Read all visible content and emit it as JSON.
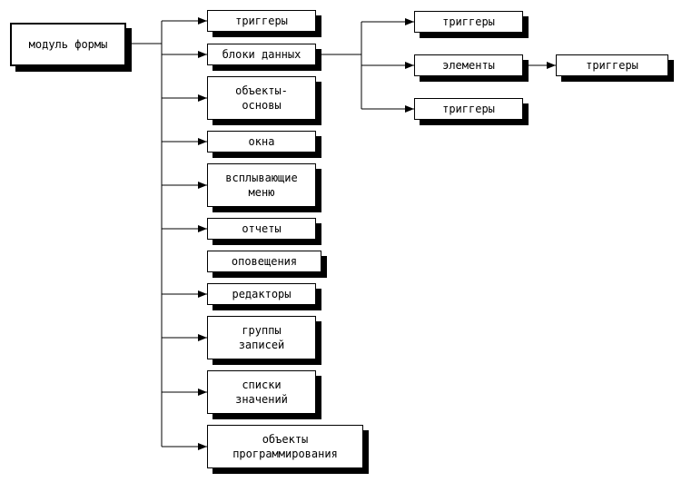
{
  "diagram": {
    "root": {
      "label": "модуль формы"
    },
    "children": [
      {
        "label": "триггеры"
      },
      {
        "label": "блоки данных"
      },
      {
        "label": "объекты-\nосновы"
      },
      {
        "label": "окна"
      },
      {
        "label": "всплывающие\nменю"
      },
      {
        "label": "отчеты"
      },
      {
        "label": "оповещения"
      },
      {
        "label": "редакторы"
      },
      {
        "label": "группы\nзаписей"
      },
      {
        "label": "списки\nзначений"
      },
      {
        "label": "объекты\nпрограммирования"
      }
    ],
    "data_block_children": [
      {
        "label": "триггеры"
      },
      {
        "label": "элементы"
      },
      {
        "label": "триггеры"
      }
    ],
    "element_children": [
      {
        "label": "триггеры"
      }
    ]
  }
}
